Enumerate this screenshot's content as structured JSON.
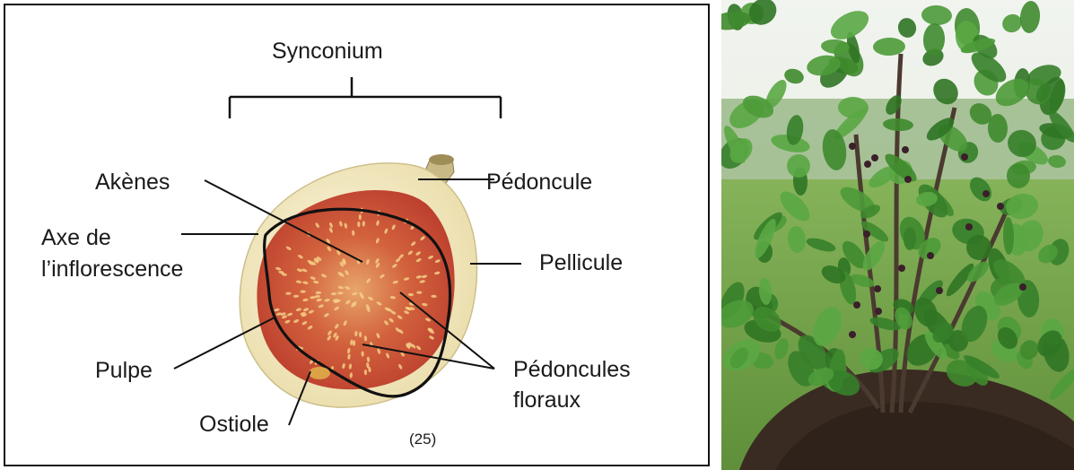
{
  "diagram": {
    "title": "Synconium",
    "labels": {
      "akenes": "Akènes",
      "axe_line1": "Axe de",
      "axe_line2": "l’inflorescence",
      "pulpe": "Pulpe",
      "ostiole": "Ostiole",
      "pedoncule": "Pédoncule",
      "pellicule": "Pellicule",
      "pedoncules_line1": "Pédoncules",
      "pedoncules_line2": "floraux"
    },
    "figure_number": "(25)"
  },
  "colors": {
    "skin": "#f2e9c9",
    "pulp": "#c4432e",
    "seed": "#f3cd84",
    "outline": "#111111",
    "leaf": "#3f8a2e",
    "soil": "#3a2b22",
    "sky": "#e9efe6"
  }
}
